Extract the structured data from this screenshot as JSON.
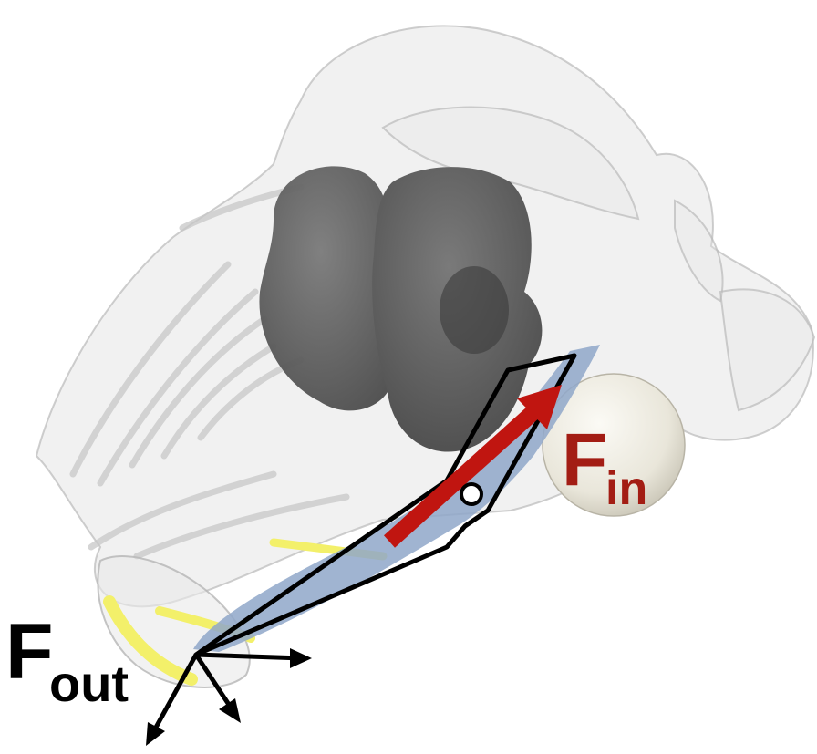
{
  "labels": {
    "output_force": {
      "main": "F",
      "sub": "out"
    },
    "input_force": {
      "main": "F",
      "sub": "in"
    }
  },
  "colors": {
    "output_force_text": "#000000",
    "input_force_text": "#a31d14",
    "input_arrow": "#c01510",
    "lever_fill": "#8fa7c9",
    "lever_outline": "#000000",
    "eye_dark": "#5f5f5f",
    "skull_translucent": "#e3e3e3",
    "highlight_yellow": "#f3f06a",
    "sphere": "#efece2"
  }
}
